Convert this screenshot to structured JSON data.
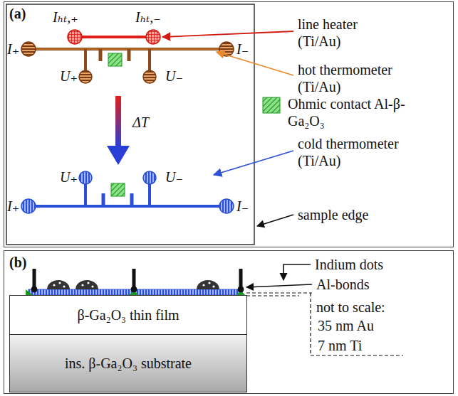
{
  "diagram": {
    "nodes": [
      {
        "text": [
          "(a)"
        ]
      },
      {
        "text": [
          "(b)"
        ]
      },
      {
        "text": [
          "β-Ga₂O₃ thin film"
        ],
        "in": 1
      },
      {
        "text": [
          "ins. β-Ga₂O₃ substrate"
        ],
        "in": 1
      }
    ],
    "labels": [
      "Iₕₜ,₊",
      "Iₕₜ,₋",
      "I₊",
      "I₋",
      "U₊",
      "U₋",
      "ΔT",
      "U₊",
      "U₋",
      "I₊",
      "I₋",
      "line heater (Ti/Au)",
      "hot thermometer (Ti/Au)",
      "cold thermometer (Ti/Au)",
      "sample edge",
      "Indium dots",
      "Al-bonds",
      "not to scale:",
      "35 nm Au",
      "7 nm Ti"
    ],
    "legend": [
      {
        "text": "Ohmic contact Al-β-Ga₂O₃"
      }
    ]
  }
}
